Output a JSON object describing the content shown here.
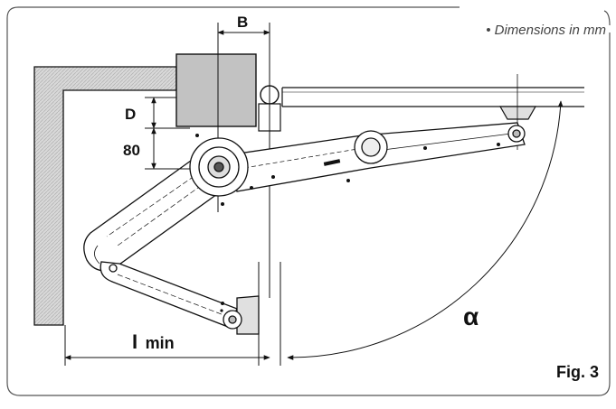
{
  "note": "• Dimensions in mm",
  "figure_label": "Fig. 3",
  "dimensions": {
    "b": "B",
    "d": "D",
    "offset": "80",
    "i_min_symbol": "I",
    "i_min_suffix": "min",
    "angle": "α"
  },
  "colors": {
    "line": "#111111",
    "wall_fill": "#d4d4d4",
    "motor_fill": "#c2c2c2",
    "frame": "#555555"
  }
}
